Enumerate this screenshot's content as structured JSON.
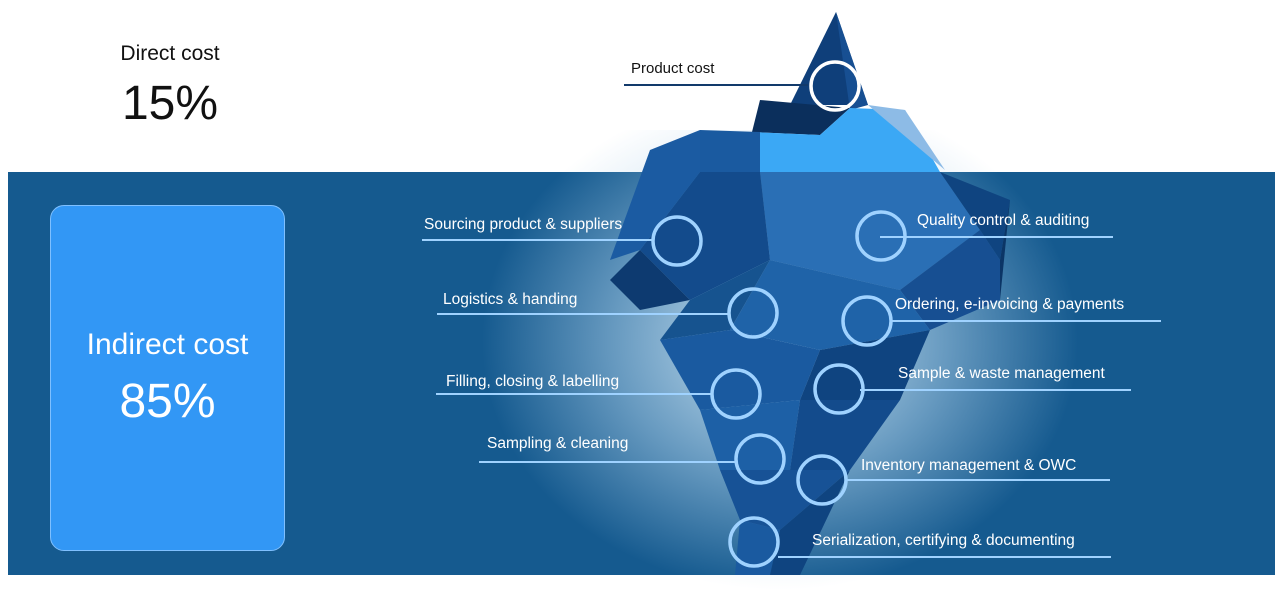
{
  "direct": {
    "label": "Direct cost",
    "value": "15%"
  },
  "indirect": {
    "label": "Indirect cost",
    "value": "85%"
  },
  "items": [
    {
      "label": "Product cost"
    },
    {
      "label": "Sourcing product & suppliers"
    },
    {
      "label": "Quality control & auditing"
    },
    {
      "label": "Logistics & handing"
    },
    {
      "label": "Ordering, e-invoicing & payments"
    },
    {
      "label": "Filling, closing & labelling"
    },
    {
      "label": "Sample & waste management"
    },
    {
      "label": "Sampling & cleaning"
    },
    {
      "label": "Inventory management & OWC"
    },
    {
      "label": "Serialization, certifying & documenting"
    }
  ],
  "colors": {
    "sea": "#155a8f",
    "indirect_box": "#3297f5",
    "iceberg_dark": "#0b3566",
    "iceberg_mid": "#1e63a8",
    "iceberg_light": "#3ba8f5",
    "ring": "#9fd2ff"
  }
}
